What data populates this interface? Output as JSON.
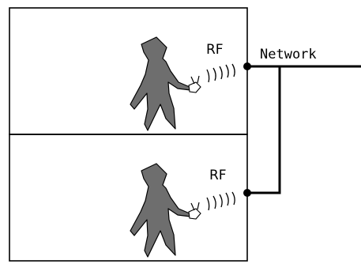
{
  "labels": {
    "rf_upper": "RF",
    "rf_lower": "RF",
    "network": "Network"
  },
  "colors": {
    "person": "#6e6e6e",
    "line": "#000000",
    "background": "#ffffff"
  },
  "icons": {
    "person": "person-icon",
    "radio_device": "radio-device-icon",
    "signal_waves": "signal-waves-icon"
  }
}
